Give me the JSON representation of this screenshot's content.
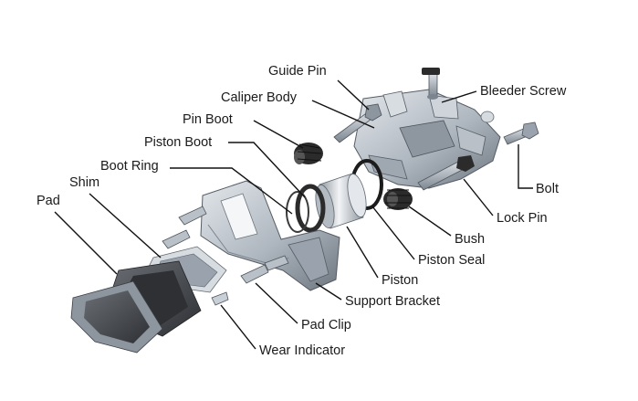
{
  "labels": {
    "guide_pin": "Guide Pin",
    "caliper_body": "Caliper Body",
    "pin_boot": "Pin Boot",
    "piston_boot": "Piston Boot",
    "boot_ring": "Boot Ring",
    "shim": "Shim",
    "pad": "Pad",
    "bleeder_screw": "Bleeder Screw",
    "bolt": "Bolt",
    "lock_pin": "Lock Pin",
    "bush": "Bush",
    "piston_seal": "Piston Seal",
    "piston": "Piston",
    "support_bracket": "Support Bracket",
    "pad_clip": "Pad Clip",
    "wear_indicator": "Wear Indicator"
  },
  "colors": {
    "metal_light": "#c9cfd6",
    "metal_mid": "#9aa3ad",
    "metal_dark": "#5e6670",
    "rubber": "#2b2b2b",
    "pad_friction": "#4a4d52",
    "leader_line": "#111111"
  }
}
